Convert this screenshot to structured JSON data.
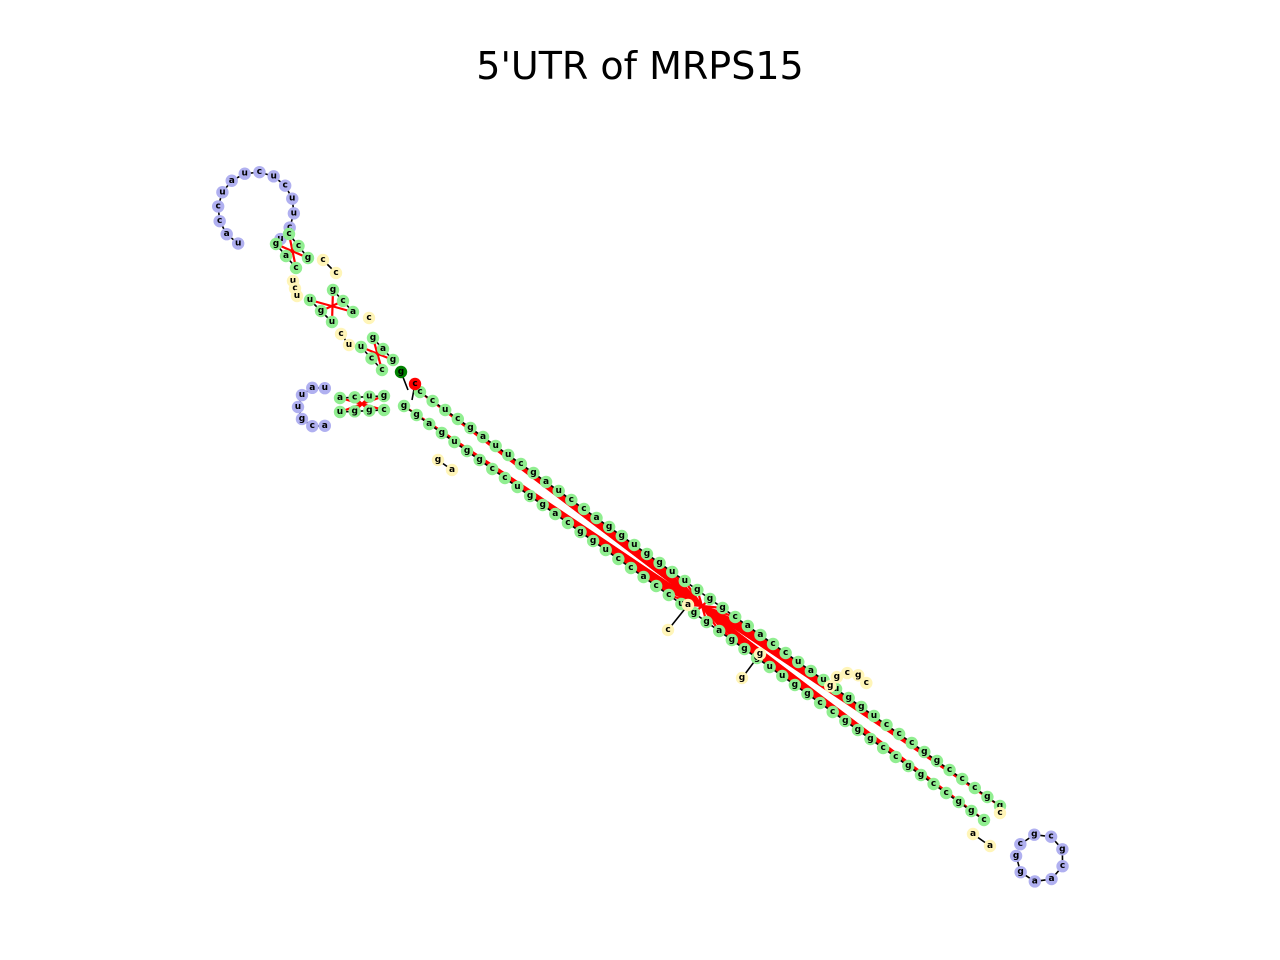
{
  "title": "5'UTR of MRPS15",
  "colors": {
    "stem": "#90ee90",
    "hairpin_loop": "#b0b0f0",
    "interior_loop": "#fff5b8",
    "start_nt": "#008000",
    "end_nt": "#ff0000",
    "backbone": "#000000",
    "pair_bond": "#ff0000"
  },
  "legend_note": "",
  "structure": {
    "top_hairpin": {
      "loop": [
        "u",
        "a",
        "c",
        "c",
        "u",
        "a",
        "u",
        "c",
        "u",
        "c",
        "u",
        "u",
        "c",
        "u"
      ],
      "stem_5": [
        "g",
        "a",
        "c"
      ],
      "stem_3": [
        "c",
        "c",
        "g"
      ],
      "interior_5": [
        "c",
        "c"
      ],
      "interior_3": [
        "u",
        "c",
        "u"
      ],
      "stem2_5": [
        "g",
        "c",
        "a"
      ],
      "stem2_3": [
        "u",
        "g",
        "u"
      ],
      "interior2_5": [
        "c"
      ],
      "interior2_3": [
        "c",
        "u"
      ],
      "stem3_5": [
        "g",
        "a",
        "g"
      ],
      "stem3_3": [
        "u",
        "c",
        "c"
      ]
    },
    "side_hairpin": {
      "loop": [
        "u",
        "a",
        "u",
        "u",
        "g",
        "c",
        "a"
      ],
      "stem_5": [
        "a",
        "c",
        "u",
        "g"
      ],
      "stem_3": [
        "u",
        "g",
        "g",
        "c"
      ]
    },
    "long_stem": {
      "strand_5": [
        "g",
        "g",
        "a",
        "g",
        "u",
        "g",
        "g",
        "c",
        "c",
        "u",
        "g",
        "g",
        "a",
        "c",
        "g",
        "g",
        "u",
        "c",
        "c",
        "a",
        "c",
        "c",
        "u",
        "g",
        "g",
        "a",
        "g",
        "g",
        "g",
        "u",
        "u",
        "g",
        "g",
        "c",
        "c",
        "g",
        "g",
        "g",
        "c",
        "c",
        "g",
        "g",
        "c",
        "c",
        "g",
        "g",
        "c"
      ],
      "strand_3": [
        "c",
        "c",
        "u",
        "c",
        "g",
        "a",
        "u",
        "u",
        "c",
        "g",
        "a",
        "u",
        "c",
        "c",
        "a",
        "g",
        "g",
        "u",
        "g",
        "g",
        "u",
        "u",
        "g",
        "g",
        "g",
        "c",
        "a",
        "a",
        "c",
        "c",
        "u",
        "a",
        "u",
        "u",
        "g",
        "g",
        "u",
        "c",
        "c",
        "c",
        "g",
        "g",
        "c",
        "c",
        "c",
        "g",
        "g"
      ],
      "bulges": [
        [
          "a",
          "g"
        ],
        [
          "g",
          "c",
          "g",
          "c"
        ],
        [
          "c",
          "a",
          "a"
        ]
      ]
    },
    "bottom_hairpin": {
      "loop": [
        "c",
        "g",
        "c",
        "g",
        "c",
        "a",
        "a",
        "g",
        "g"
      ]
    }
  }
}
